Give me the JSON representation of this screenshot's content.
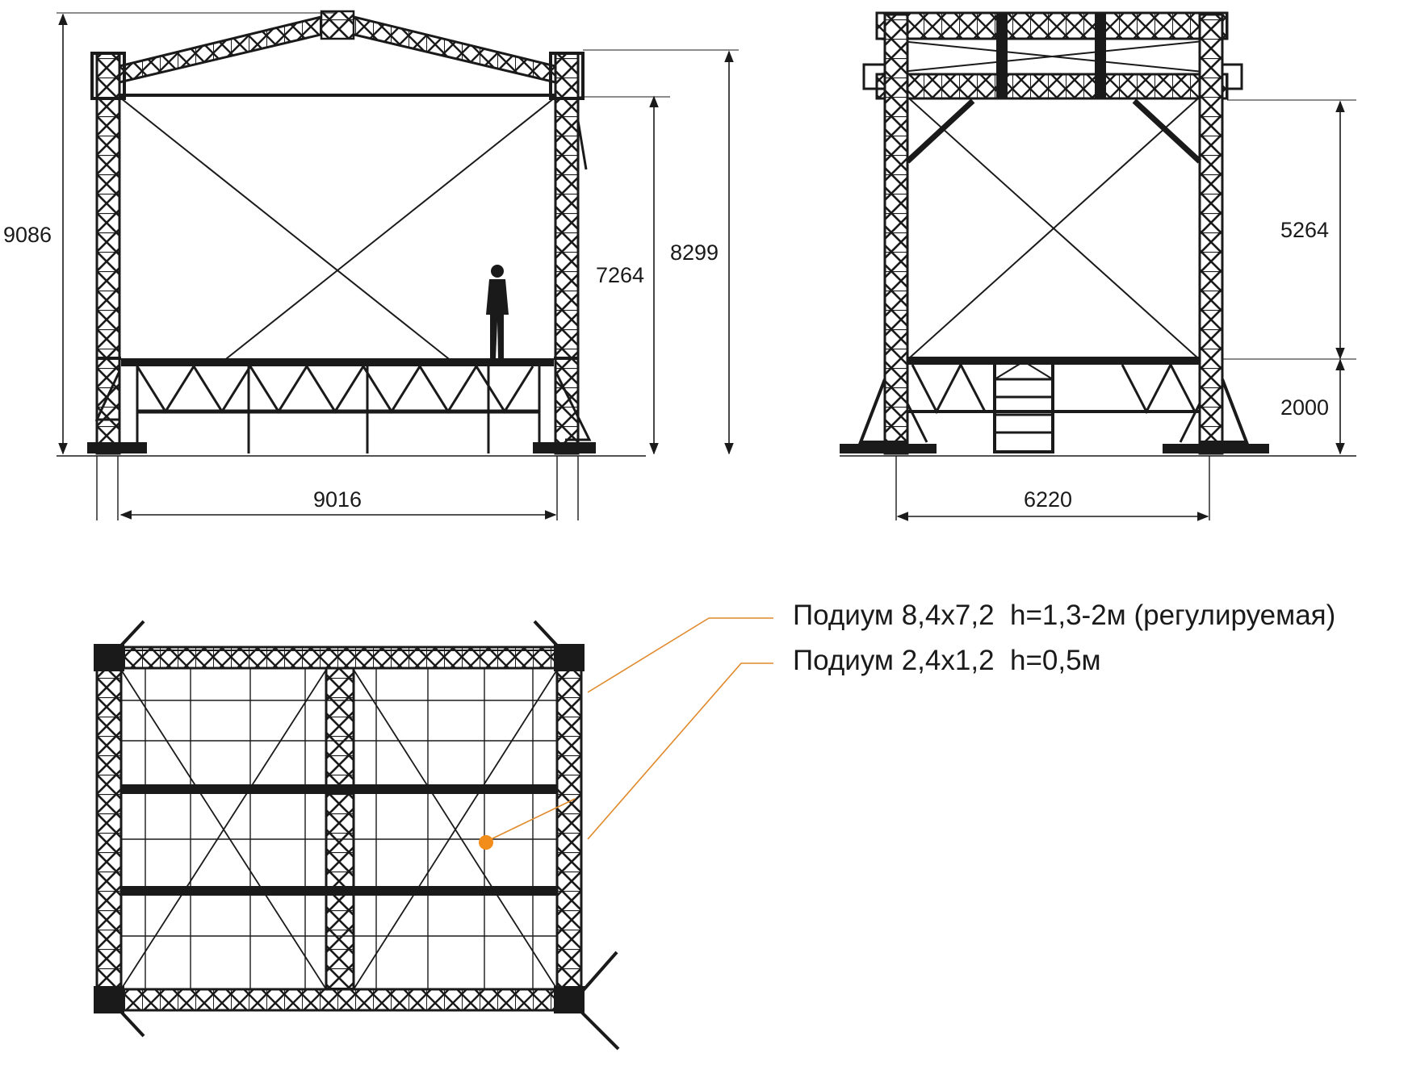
{
  "diagram": {
    "front_view": {
      "dimensions": {
        "total_height": "9086",
        "inner_height": "7264",
        "tower_height": "8299",
        "width": "9016"
      }
    },
    "side_view": {
      "dimensions": {
        "upper_height": "5264",
        "platform_height": "2000",
        "width": "6220"
      }
    },
    "plan_view": {
      "callouts": [
        {
          "text": "Подиум 8,4х7,2  h=1,3-2м (регулируемая)"
        },
        {
          "text": "Подиум 2,4х1,2  h=0,5м"
        }
      ]
    },
    "colors": {
      "line": "#1a1a1a",
      "leader": "#e08a2c",
      "marker": "#f28c1a"
    }
  }
}
